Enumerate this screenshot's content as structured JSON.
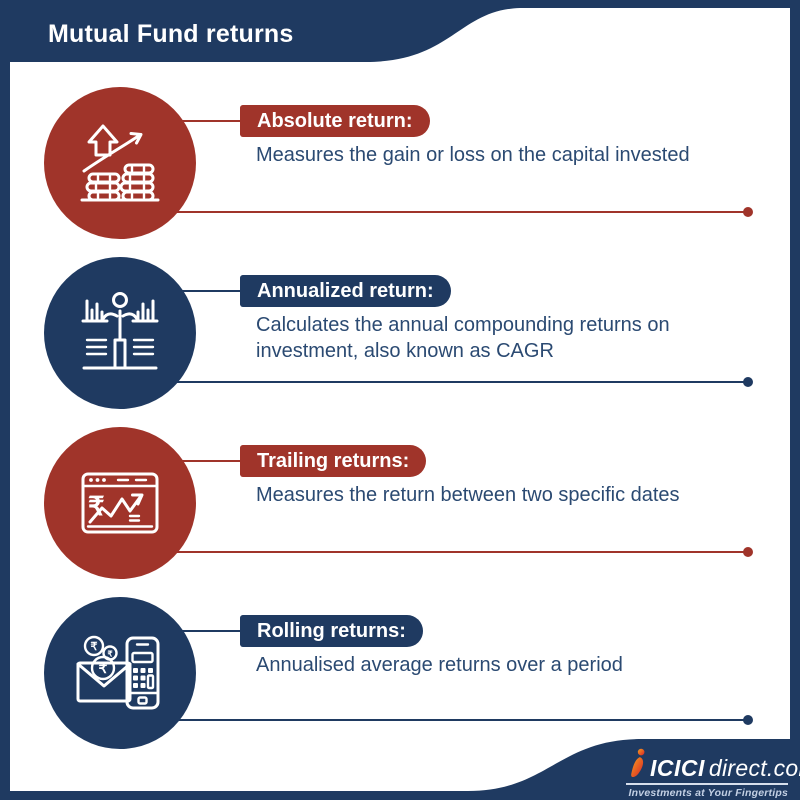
{
  "page": {
    "title": "Mutual Fund returns"
  },
  "colors": {
    "blue": "#1f3a61",
    "red": "#a0342a",
    "text_blue": "#2b4a72",
    "background": "#ffffff",
    "logo_orange": "#f6a21d",
    "logo_red": "#d92128"
  },
  "sections": [
    {
      "label": "Absolute return:",
      "description": "Measures the gain or loss on the capital invested",
      "color": "red",
      "icon": "coins-growth-icon"
    },
    {
      "label": "Annualized return:",
      "description": "Calculates the annual compounding returns on investment, also known as CAGR",
      "color": "blue",
      "icon": "person-bar-chart-icon"
    },
    {
      "label": "Trailing returns:",
      "description": "Measures the return between two specific dates",
      "color": "red",
      "icon": "rupee-chart-window-icon"
    },
    {
      "label": "Rolling returns:",
      "description": "Annualised average returns over a period",
      "color": "blue",
      "icon": "envelope-coins-calculator-icon"
    }
  ],
  "footer": {
    "brand_bold": "ICICI",
    "brand_regular": "direct.com",
    "tagline": "Investments at Your Fingertips"
  }
}
